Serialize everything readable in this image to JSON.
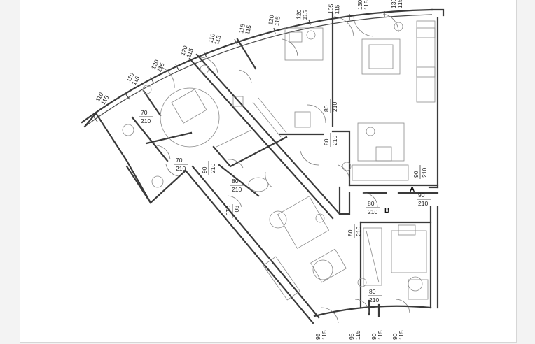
{
  "labels": {
    "unit_a": "A",
    "unit_b": "B"
  },
  "door_dims": [
    {
      "w": "70",
      "h": "210"
    },
    {
      "w": "70",
      "h": "210"
    },
    {
      "w": "80",
      "h": "210"
    },
    {
      "w": "80",
      "h": "210"
    },
    {
      "w": "80",
      "h": "210"
    },
    {
      "w": "80",
      "h": "210"
    },
    {
      "w": "90",
      "h": "210"
    },
    {
      "w": "90",
      "h": "210"
    },
    {
      "w": "80",
      "h": "210"
    },
    {
      "w": "80",
      "h": "210"
    },
    {
      "w": "80",
      "h": "210"
    },
    {
      "w": "90",
      "h": "210"
    }
  ],
  "window_dims_top": [
    {
      "w": "110",
      "h": "115"
    },
    {
      "w": "110",
      "h": "115"
    },
    {
      "w": "120",
      "h": "115"
    },
    {
      "w": "120",
      "h": "115"
    },
    {
      "w": "110",
      "h": "115"
    },
    {
      "w": "115",
      "h": "115"
    },
    {
      "w": "120",
      "h": "115"
    },
    {
      "w": "120",
      "h": "115"
    },
    {
      "w": "105",
      "h": "115"
    },
    {
      "w": "130",
      "h": "115"
    },
    {
      "w": "130",
      "h": "115"
    }
  ],
  "window_dims_bottom": [
    {
      "w": "95",
      "h": "115"
    },
    {
      "w": "95",
      "h": "115"
    },
    {
      "w": "90",
      "h": "115"
    },
    {
      "w": "90",
      "h": "115"
    }
  ]
}
